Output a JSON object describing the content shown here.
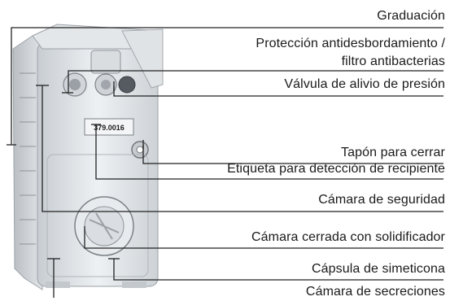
{
  "labels": {
    "graduacion": "Graduación",
    "proteccion_line1": "Protección antidesbordamiento /",
    "proteccion_line2": "filtro antibacterias",
    "valvula": "Válvula de alivio de presión",
    "tapon": "Tapón para cerrar",
    "etiqueta": "Etiqueta para detección de recipiente",
    "camara_seguridad": "Cámara de seguridad",
    "camara_cerrada": "Cámara cerrada con solidificador",
    "capsula": "Cápsula de simeticona",
    "camara_secreciones": "Cámara de secreciones"
  },
  "product_label_text": "379.0016",
  "colors": {
    "line": "#222222",
    "text": "#1a1a1a",
    "container": "#d8dde2"
  }
}
